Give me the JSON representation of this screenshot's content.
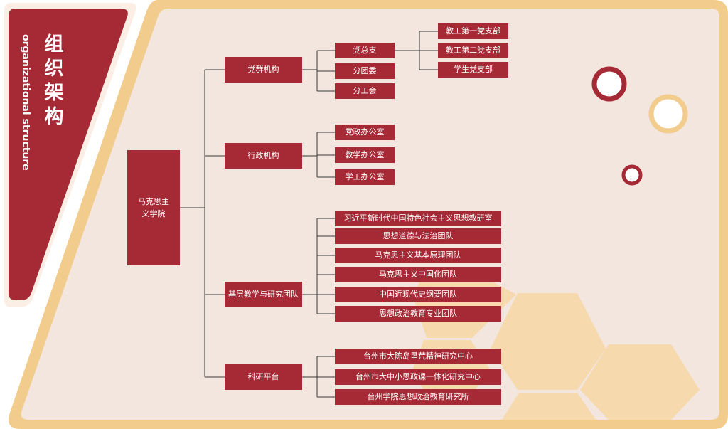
{
  "title": {
    "main": "组织架构",
    "sub": "organizational structure"
  },
  "colors": {
    "brand_red": "#a62a35",
    "gold": "#f2cc8c",
    "panel": "#f2e6df",
    "hex": "#f6d9ac"
  },
  "chart_data": {
    "type": "tree",
    "root": "马克思主义学院",
    "branches": [
      {
        "label": "党群机构",
        "children": [
          {
            "label": "党总支",
            "children": [
              "教工第一党支部",
              "教工第二党支部",
              "学生党支部"
            ]
          },
          {
            "label": "分团委"
          },
          {
            "label": "分工会"
          }
        ]
      },
      {
        "label": "行政机构",
        "children": [
          {
            "label": "党政办公室"
          },
          {
            "label": "教学办公室"
          },
          {
            "label": "学工办公室"
          }
        ]
      },
      {
        "label": "基层教学与研究团队",
        "children": [
          {
            "label": "习近平新时代中国特色社会主义思想教研室"
          },
          {
            "label": "思想道德与法治团队"
          },
          {
            "label": "马克思主义基本原理团队"
          },
          {
            "label": "马克思主义中国化团队"
          },
          {
            "label": "中国近现代史纲要团队"
          },
          {
            "label": "思想政治教育专业团队"
          }
        ]
      },
      {
        "label": "科研平台",
        "children": [
          {
            "label": "台州市大陈岛垦荒精神研究中心"
          },
          {
            "label": "台州市大中小思政课一体化研究中心"
          },
          {
            "label": "台州学院思想政治教育研究所"
          }
        ]
      }
    ]
  }
}
